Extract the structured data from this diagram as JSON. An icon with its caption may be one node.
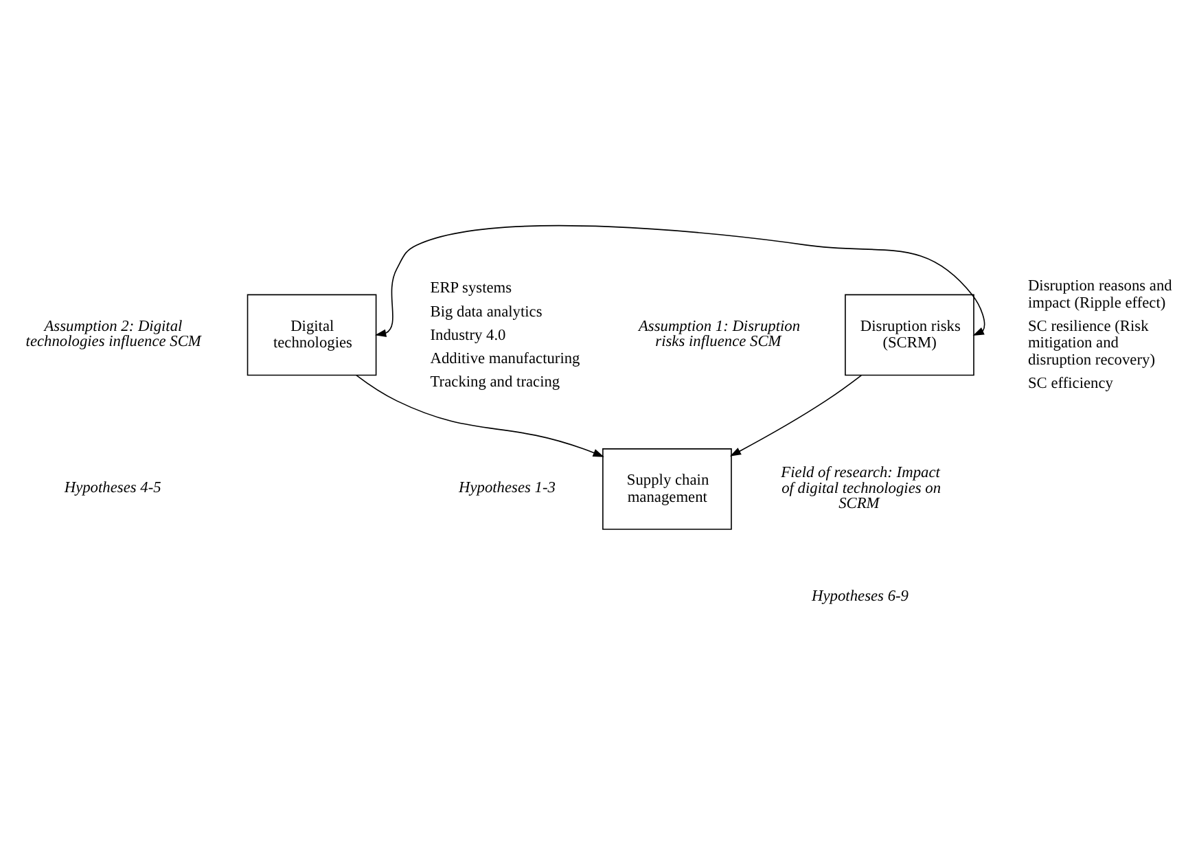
{
  "diagram": {
    "nodes": [
      {
        "text": [
          "Disruption risks (SCRM)"
        ],
        "beside": [
          "Disruption reasons and impact (Ripple effect)",
          "SC resilience (Risk mitigation and disruption recovery)",
          "SC efficiency"
        ]
      },
      {
        "text": [
          "Supply chain management"
        ]
      },
      {
        "text": [
          "Digital technologies"
        ],
        "beside": [
          "ERP systems",
          "Big data analytics",
          "Industry 4.0",
          "Additive manufacturing",
          "Tracking and tracing"
        ]
      }
    ],
    "edges": [
      {
        "from": 0,
        "to": 1,
        "arrow": "to"
      },
      {
        "from": 2,
        "to": 1,
        "arrow": "to"
      },
      {
        "from": 0,
        "to": 2,
        "arrow": "both"
      }
    ],
    "labels": [
      "Assumption 1: Disruption risks influence SCM",
      "Hypotheses 1-3",
      "Field of research: Impact of digital technologies on SCRM",
      "Hypotheses 6-9",
      "Assumption 2: Digital technologies influence SCM",
      "Hypotheses 4-5"
    ]
  }
}
